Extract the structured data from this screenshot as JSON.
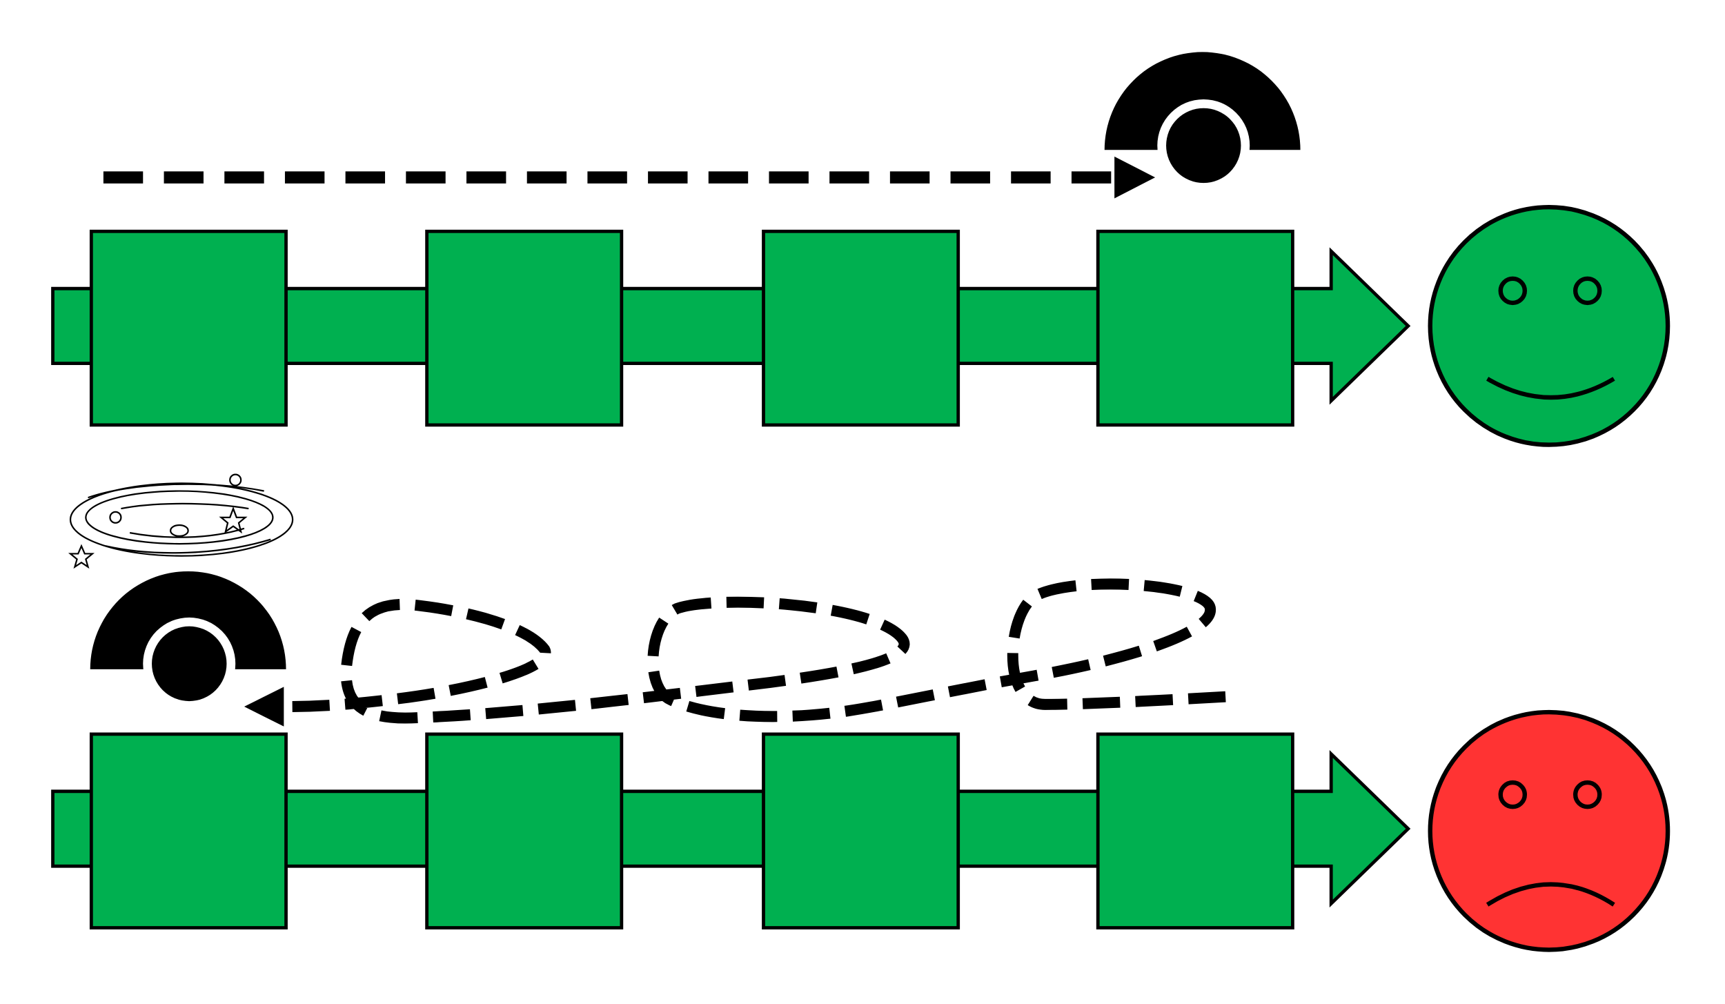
{
  "colors": {
    "flow_green": "#00b050",
    "sad_red": "#ff3333",
    "outline": "#000000",
    "background": "#ffffff"
  },
  "top_process": {
    "steps": 4,
    "outcome": "happy-face",
    "path": "direct-dashed-arrow-to-final-step"
  },
  "bottom_process": {
    "steps": 4,
    "outcome": "sad-face",
    "path": "looping-dashed-arrow-back-to-first-step",
    "confusion_icon": "dizzy-spiral-stars"
  },
  "icons": [
    "person-icon",
    "happy-face-icon",
    "sad-face-icon",
    "dizzy-icon"
  ]
}
